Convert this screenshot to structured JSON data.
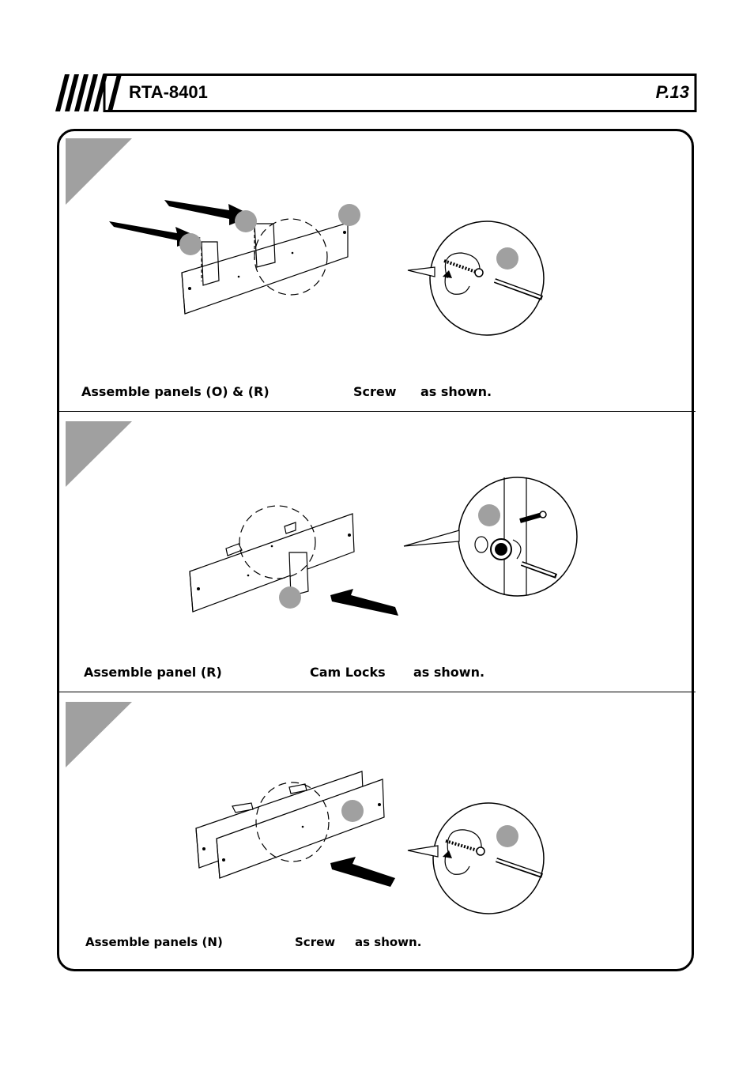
{
  "header": {
    "model": "RTA-8401",
    "page": "P.13"
  },
  "steps": [
    {
      "caption": {
        "part1": "Assemble  panels (O) & (R)",
        "part2": "Screw",
        "part3": "as shown."
      }
    },
    {
      "caption": {
        "part1": "Assemble  panel (R)",
        "part2": "Cam Locks",
        "part3": "as shown."
      }
    },
    {
      "caption": {
        "part1": "Assemble  panels (N)",
        "part2": "Screw",
        "part3": "as shown."
      }
    }
  ]
}
